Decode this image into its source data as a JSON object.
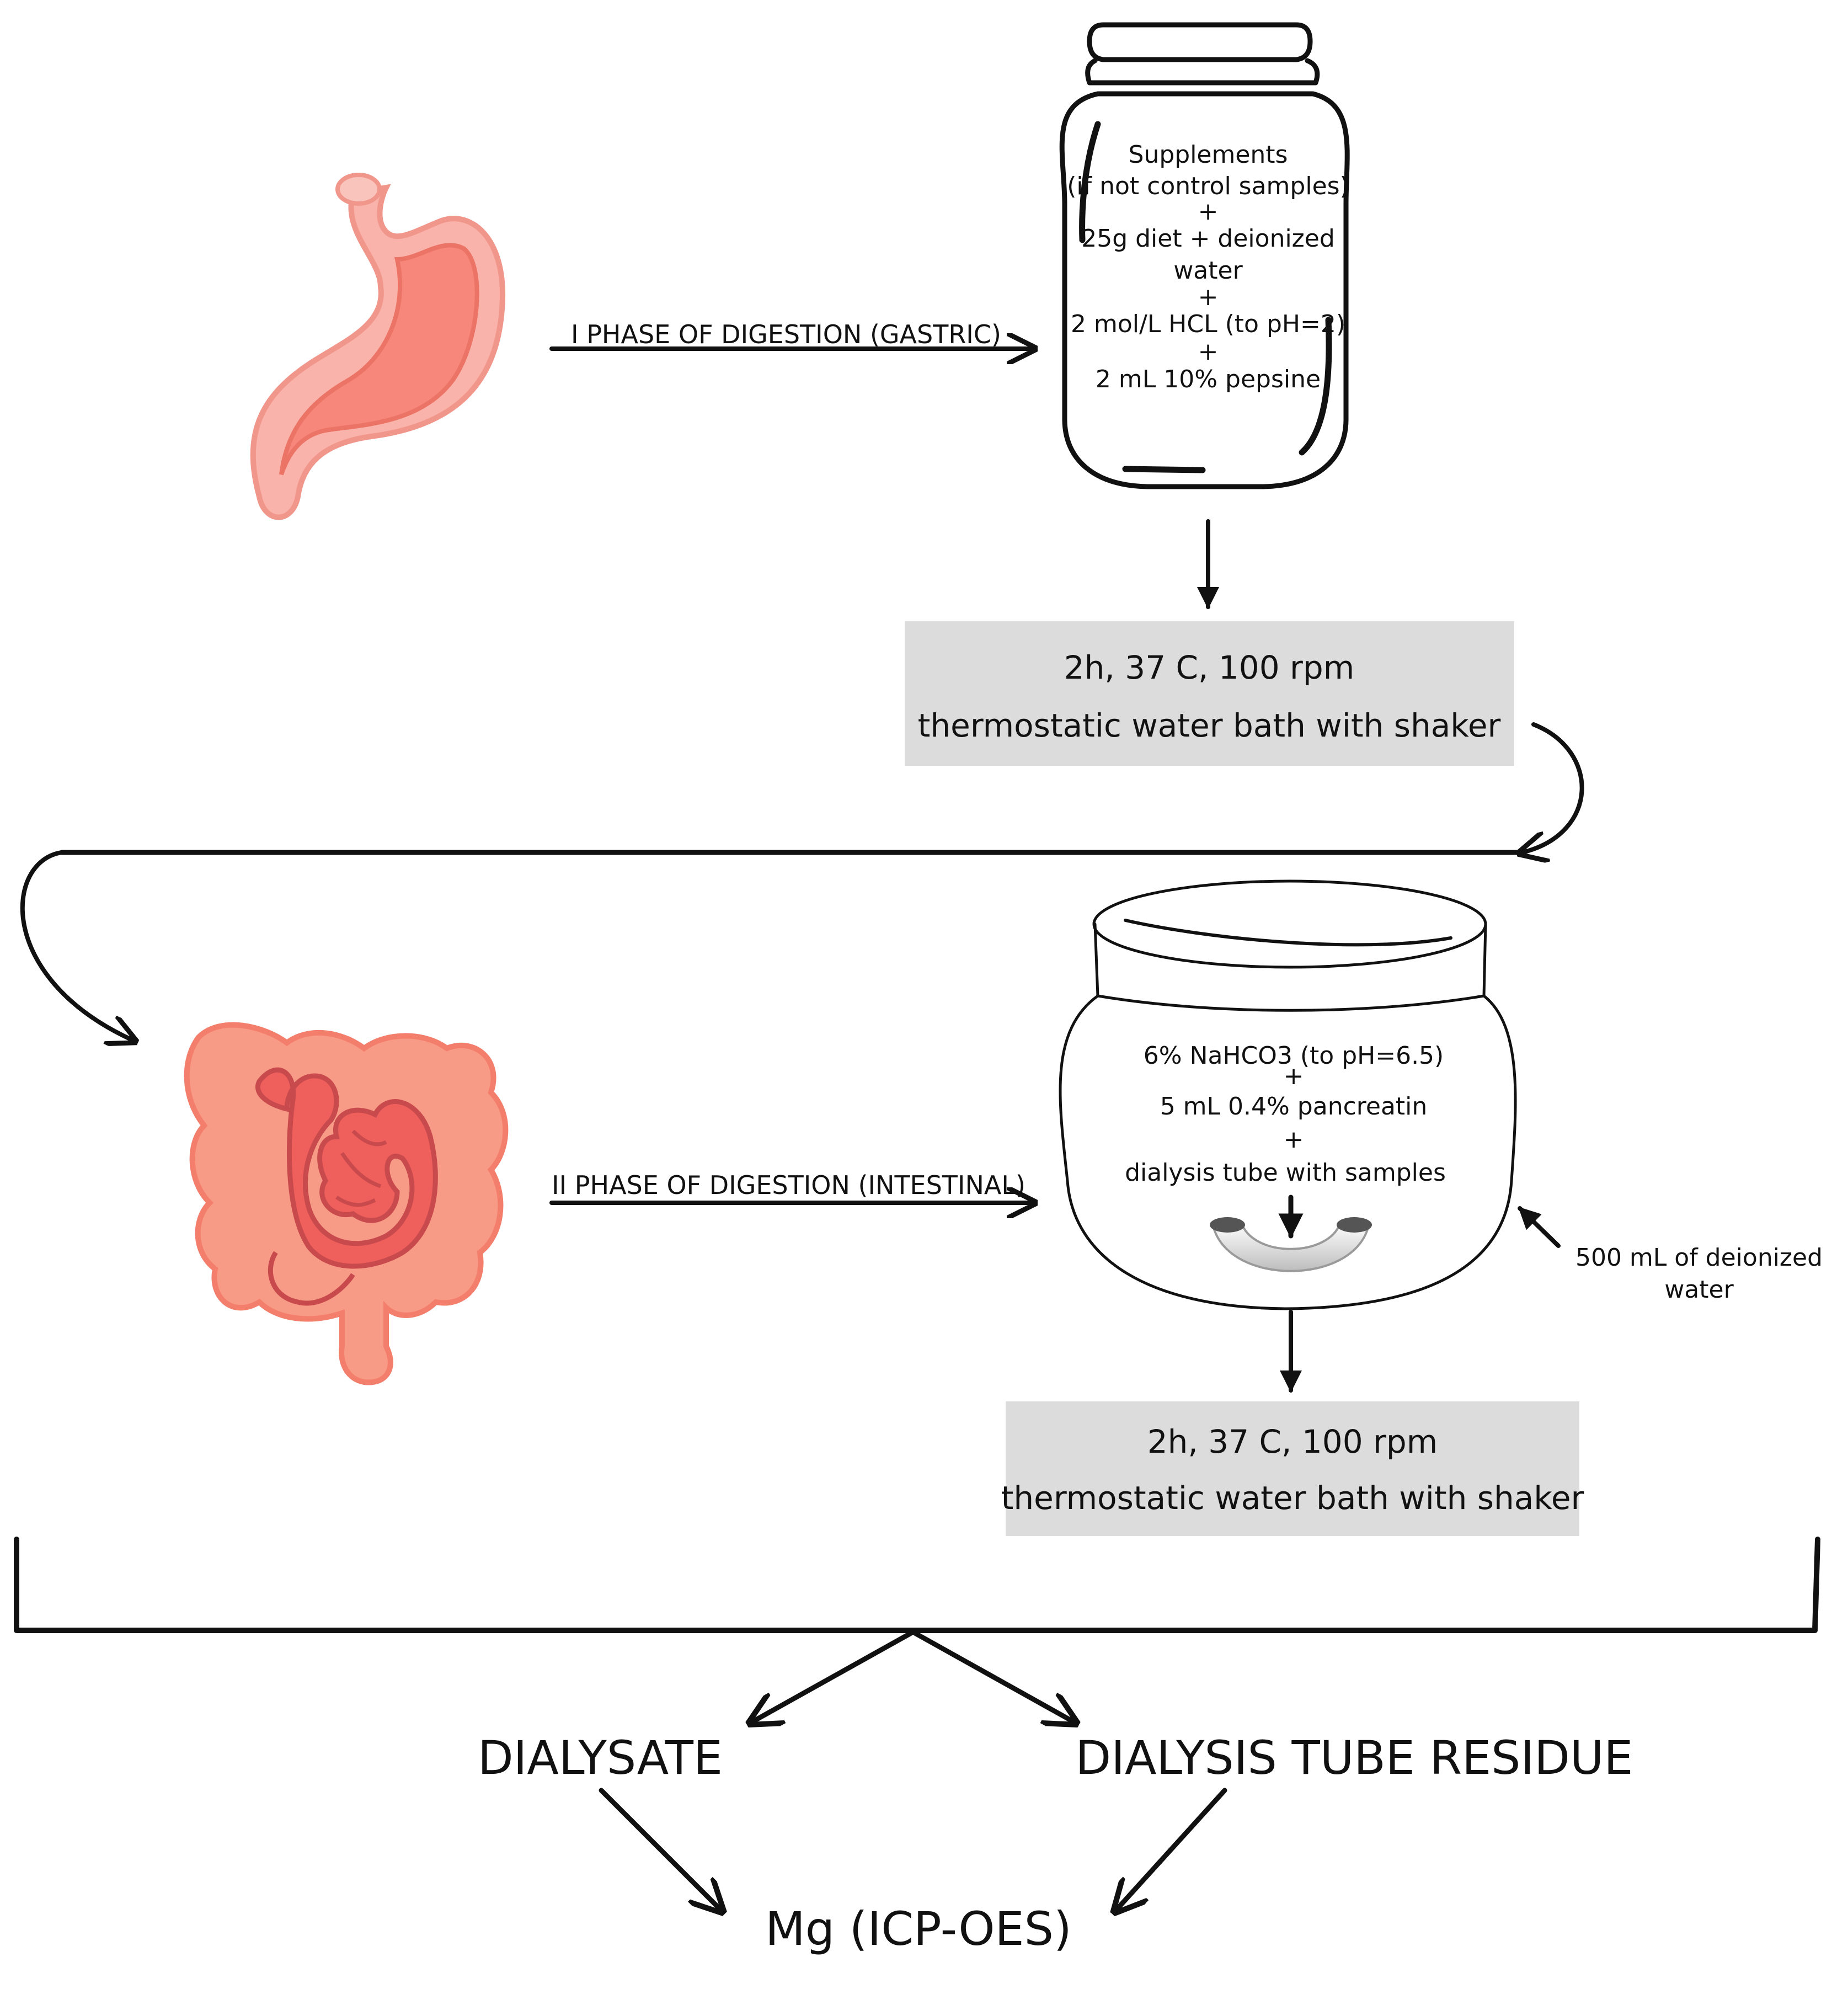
{
  "phase1": {
    "label": "I PHASE OF DIGESTION (GASTRIC)",
    "jar_lines": [
      "Supplements",
      "(if not control samples)",
      "+",
      "25g diet + deionized",
      "water",
      "+",
      "2 mol/L HCL (to pH=2)",
      "+",
      "2 mL 10% pepsine"
    ],
    "box_line1": "2h, 37  C, 100 rpm",
    "box_line2": "thermostatic water bath with shaker"
  },
  "phase2": {
    "label": "II PHASE OF DIGESTION (INTESTINAL)",
    "jar_lines": [
      "6% NaHCO3 (to pH=6.5)",
      "+",
      "5 mL 0.4% pancreatin",
      "+",
      "dialysis tube with samples"
    ],
    "side_note_line1": "500 mL of deionized",
    "side_note_line2": "water",
    "box_line1": "2h, 37  C, 100 rpm",
    "box_line2": "thermostatic water bath with shaker"
  },
  "outputs": {
    "left": "DIALYSATE",
    "right": "DIALYSIS TUBE RESIDUE",
    "final": "Mg (ICP-OES)"
  },
  "colors": {
    "stomach_outer": "#f9b3aa",
    "stomach_inner": "#f6877a",
    "intestine_outer": "#f79a86",
    "intestine_inner": "#ef5f5c",
    "box_fill": "#dcdcdc"
  }
}
